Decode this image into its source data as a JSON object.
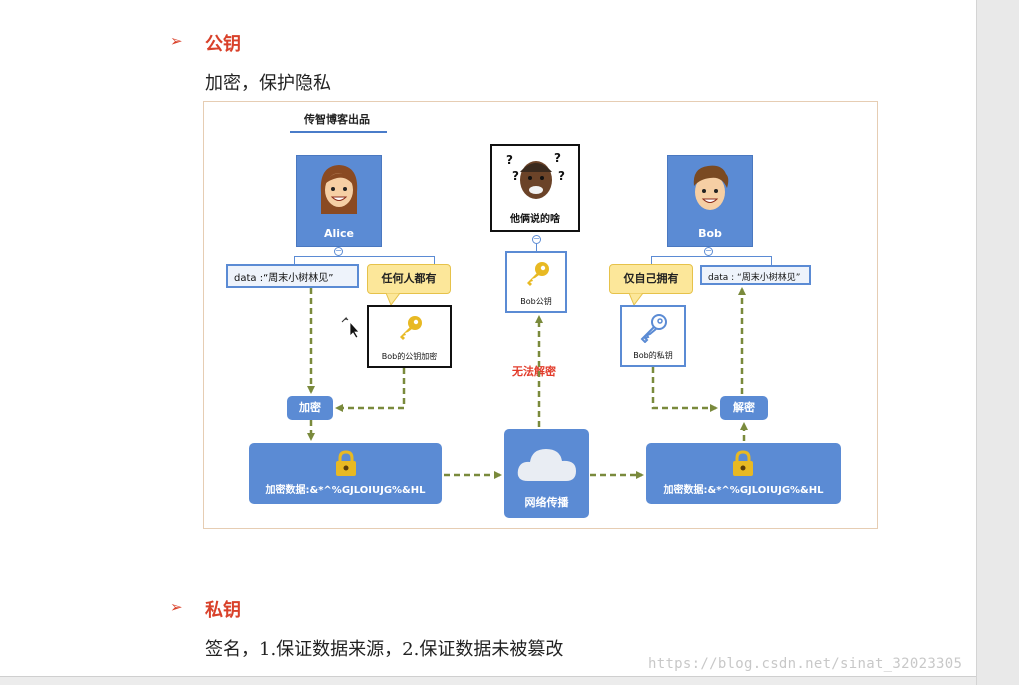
{
  "section_public": {
    "bullet": "➢",
    "heading": "公钥",
    "text": "加密，保护隐私"
  },
  "figure": {
    "brand": "传智博客出品",
    "alice": {
      "name": "Alice",
      "data": "data :“周末小树林见”"
    },
    "callout_anyone": "任何人都有",
    "bob_public_for_encrypt": "Bob的公钥加密",
    "encrypt_label": "加密",
    "encrypted_data": "加密数据:&*^%GJLOIUJG%&HL",
    "observer": {
      "caption": "他俩说的啥",
      "question_marks": "?"
    },
    "bob_public": "Bob公钥",
    "cannot_decrypt": "无法解密",
    "network": "网络传播",
    "callout_own": "仅自己拥有",
    "bob_private": "Bob的私钥",
    "bob": {
      "name": "Bob",
      "data": "data : “周末小树林见”"
    },
    "decrypt_label": "解密",
    "encrypted_data_right": "加密数据:&*^%GJLOIUJG%&HL",
    "colors": {
      "box_blue": "#5b8bd4",
      "arrow_olive": "#7a8a3c",
      "key_gold": "#e8b923",
      "callout_yellow": "#fce79a",
      "alert_red": "#e23b2a"
    }
  },
  "section_private": {
    "bullet": "➢",
    "heading": "私钥",
    "text": "签名，1.保证数据来源，2.保证数据未被篡改"
  },
  "watermark": "https://blog.csdn.net/sinat_32023305"
}
